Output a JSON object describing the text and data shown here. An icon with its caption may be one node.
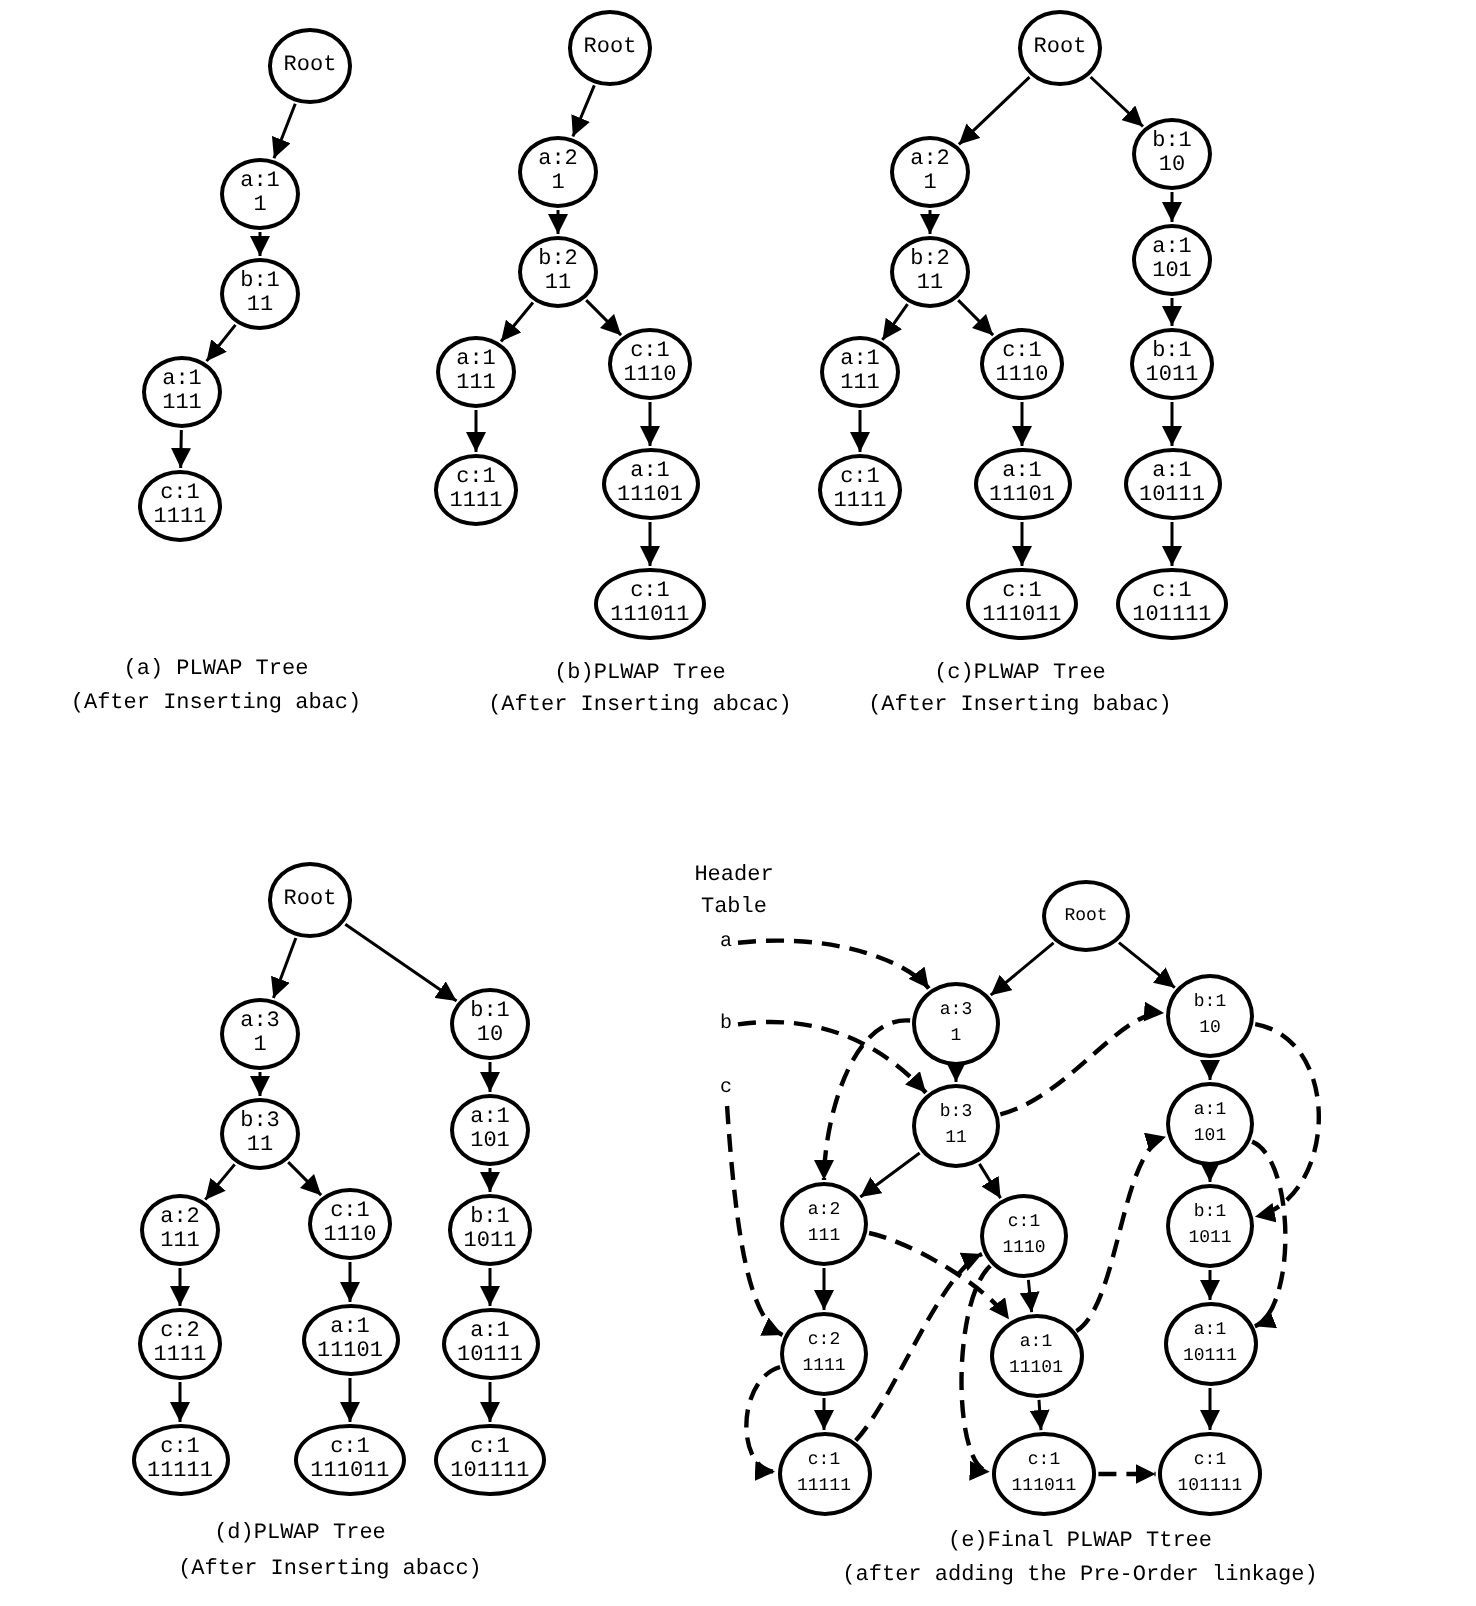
{
  "diagram": {
    "nodes": [
      {
        "text": [
          "Root"
        ]
      },
      {
        "text": [
          "a:1",
          "1"
        ]
      },
      {
        "text": [
          "b:1",
          "11"
        ]
      },
      {
        "text": [
          "a:1",
          "111"
        ]
      },
      {
        "text": [
          "c:1",
          "1111"
        ]
      },
      {
        "text": [
          "Root"
        ]
      },
      {
        "text": [
          "a:2",
          "1"
        ]
      },
      {
        "text": [
          "b:2",
          "11"
        ]
      },
      {
        "text": [
          "a:1",
          "111"
        ]
      },
      {
        "text": [
          "c:1",
          "1111"
        ]
      },
      {
        "text": [
          "c:1",
          "1110"
        ]
      },
      {
        "text": [
          "a:1",
          "11101"
        ]
      },
      {
        "text": [
          "c:1",
          "111011"
        ]
      },
      {
        "text": [
          "Root"
        ]
      },
      {
        "text": [
          "a:2",
          "1"
        ]
      },
      {
        "text": [
          "b:2",
          "11"
        ]
      },
      {
        "text": [
          "a:1",
          "111"
        ]
      },
      {
        "text": [
          "c:1",
          "1111"
        ]
      },
      {
        "text": [
          "c:1",
          "1110"
        ]
      },
      {
        "text": [
          "a:1",
          "11101"
        ]
      },
      {
        "text": [
          "c:1",
          "111011"
        ]
      },
      {
        "text": [
          "b:1",
          "10"
        ]
      },
      {
        "text": [
          "a:1",
          "101"
        ]
      },
      {
        "text": [
          "b:1",
          "1011"
        ]
      },
      {
        "text": [
          "a:1",
          "10111"
        ]
      },
      {
        "text": [
          "c:1",
          "101111"
        ]
      },
      {
        "text": [
          "Root"
        ]
      },
      {
        "text": [
          "a:3",
          "1"
        ]
      },
      {
        "text": [
          "b:3",
          "11"
        ]
      },
      {
        "text": [
          "a:2",
          "111"
        ]
      },
      {
        "text": [
          "c:2",
          "1111"
        ]
      },
      {
        "text": [
          "c:1",
          "11111"
        ]
      },
      {
        "text": [
          "c:1",
          "1110"
        ]
      },
      {
        "text": [
          "a:1",
          "11101"
        ]
      },
      {
        "text": [
          "c:1",
          "111011"
        ]
      },
      {
        "text": [
          "b:1",
          "10"
        ]
      },
      {
        "text": [
          "a:1",
          "101"
        ]
      },
      {
        "text": [
          "b:1",
          "1011"
        ]
      },
      {
        "text": [
          "a:1",
          "10111"
        ]
      },
      {
        "text": [
          "c:1",
          "101111"
        ]
      },
      {
        "text": [
          "Root"
        ]
      },
      {
        "text": [
          "a:3",
          "1"
        ]
      },
      {
        "text": [
          "b:3",
          "11"
        ]
      },
      {
        "text": [
          "a:2",
          "111"
        ]
      },
      {
        "text": [
          "c:2",
          "1111"
        ]
      },
      {
        "text": [
          "c:1",
          "11111"
        ]
      },
      {
        "text": [
          "c:1",
          "1110"
        ]
      },
      {
        "text": [
          "a:1",
          "11101"
        ]
      },
      {
        "text": [
          "c:1",
          "111011"
        ]
      },
      {
        "text": [
          "b:1",
          "10"
        ]
      },
      {
        "text": [
          "a:1",
          "101"
        ]
      },
      {
        "text": [
          "b:1",
          "1011"
        ]
      },
      {
        "text": [
          "a:1",
          "10111"
        ]
      },
      {
        "text": [
          "c:1",
          "101111"
        ]
      },
      {
        "text": [
          "a"
        ]
      },
      {
        "text": [
          "b"
        ]
      },
      {
        "text": [
          "c"
        ]
      }
    ],
    "edges": [
      {
        "from": 0,
        "to": 1,
        "arrow": "to"
      },
      {
        "from": 1,
        "to": 2,
        "arrow": "to"
      },
      {
        "from": 2,
        "to": 3,
        "arrow": "to"
      },
      {
        "from": 3,
        "to": 4,
        "arrow": "to"
      },
      {
        "from": 5,
        "to": 6,
        "arrow": "to"
      },
      {
        "from": 6,
        "to": 7,
        "arrow": "to"
      },
      {
        "from": 7,
        "to": 8,
        "arrow": "to"
      },
      {
        "from": 8,
        "to": 9,
        "arrow": "to"
      },
      {
        "from": 7,
        "to": 10,
        "arrow": "to"
      },
      {
        "from": 10,
        "to": 11,
        "arrow": "to"
      },
      {
        "from": 11,
        "to": 12,
        "arrow": "to"
      },
      {
        "from": 13,
        "to": 14,
        "arrow": "to"
      },
      {
        "from": 14,
        "to": 15,
        "arrow": "to"
      },
      {
        "from": 15,
        "to": 16,
        "arrow": "to"
      },
      {
        "from": 16,
        "to": 17,
        "arrow": "to"
      },
      {
        "from": 15,
        "to": 18,
        "arrow": "to"
      },
      {
        "from": 18,
        "to": 19,
        "arrow": "to"
      },
      {
        "from": 19,
        "to": 20,
        "arrow": "to"
      },
      {
        "from": 13,
        "to": 21,
        "arrow": "to"
      },
      {
        "from": 21,
        "to": 22,
        "arrow": "to"
      },
      {
        "from": 22,
        "to": 23,
        "arrow": "to"
      },
      {
        "from": 23,
        "to": 24,
        "arrow": "to"
      },
      {
        "from": 24,
        "to": 25,
        "arrow": "to"
      },
      {
        "from": 26,
        "to": 27,
        "arrow": "to"
      },
      {
        "from": 27,
        "to": 28,
        "arrow": "to"
      },
      {
        "from": 28,
        "to": 29,
        "arrow": "to"
      },
      {
        "from": 29,
        "to": 30,
        "arrow": "to"
      },
      {
        "from": 30,
        "to": 31,
        "arrow": "to"
      },
      {
        "from": 28,
        "to": 32,
        "arrow": "to"
      },
      {
        "from": 32,
        "to": 33,
        "arrow": "to"
      },
      {
        "from": 33,
        "to": 34,
        "arrow": "to"
      },
      {
        "from": 26,
        "to": 35,
        "arrow": "to"
      },
      {
        "from": 35,
        "to": 36,
        "arrow": "to"
      },
      {
        "from": 36,
        "to": 37,
        "arrow": "to"
      },
      {
        "from": 37,
        "to": 38,
        "arrow": "to"
      },
      {
        "from": 38,
        "to": 39,
        "arrow": "to"
      },
      {
        "from": 40,
        "to": 41,
        "arrow": "to"
      },
      {
        "from": 41,
        "to": 42,
        "arrow": "to"
      },
      {
        "from": 42,
        "to": 43,
        "arrow": "to"
      },
      {
        "from": 43,
        "to": 44,
        "arrow": "to"
      },
      {
        "from": 44,
        "to": 45,
        "arrow": "to"
      },
      {
        "from": 42,
        "to": 46,
        "arrow": "to"
      },
      {
        "from": 46,
        "to": 47,
        "arrow": "to"
      },
      {
        "from": 47,
        "to": 48,
        "arrow": "to"
      },
      {
        "from": 40,
        "to": 49,
        "arrow": "to"
      },
      {
        "from": 49,
        "to": 50,
        "arrow": "to"
      },
      {
        "from": 50,
        "to": 51,
        "arrow": "to"
      },
      {
        "from": 51,
        "to": 52,
        "arrow": "to"
      },
      {
        "from": 52,
        "to": 53,
        "arrow": "to"
      },
      {
        "from": 54,
        "to": 41,
        "arrow": "to",
        "style": "dashed"
      },
      {
        "from": 55,
        "to": 42,
        "arrow": "to",
        "style": "dashed"
      },
      {
        "from": 56,
        "to": 44,
        "arrow": "to",
        "style": "dashed"
      },
      {
        "from": 41,
        "to": 43,
        "arrow": "to",
        "style": "dashed"
      },
      {
        "from": 43,
        "to": 47,
        "arrow": "to",
        "style": "dashed"
      },
      {
        "from": 47,
        "to": 50,
        "arrow": "to",
        "style": "dashed"
      },
      {
        "from": 50,
        "to": 52,
        "arrow": "to",
        "style": "dashed"
      },
      {
        "from": 42,
        "to": 49,
        "arrow": "to",
        "style": "dashed"
      },
      {
        "from": 49,
        "to": 51,
        "arrow": "to",
        "style": "dashed"
      },
      {
        "from": 44,
        "to": 45,
        "arrow": "to",
        "style": "dashed"
      },
      {
        "from": 45,
        "to": 46,
        "arrow": "to",
        "style": "dashed"
      },
      {
        "from": 46,
        "to": 48,
        "arrow": "to",
        "style": "dashed"
      },
      {
        "from": 48,
        "to": 53,
        "arrow": "to",
        "style": "dashed"
      }
    ],
    "labels": [
      "(a) PLWAP Tree",
      "(After Inserting abac)",
      "(b)PLWAP Tree",
      "(After Inserting abcac)",
      "(c)PLWAP Tree",
      "(After Inserting babac)",
      "(d)PLWAP Tree",
      "(After Inserting abacc)",
      "Header Table",
      "(e)Final PLWAP Ttree",
      "(after adding the Pre-Order linkage)"
    ]
  }
}
